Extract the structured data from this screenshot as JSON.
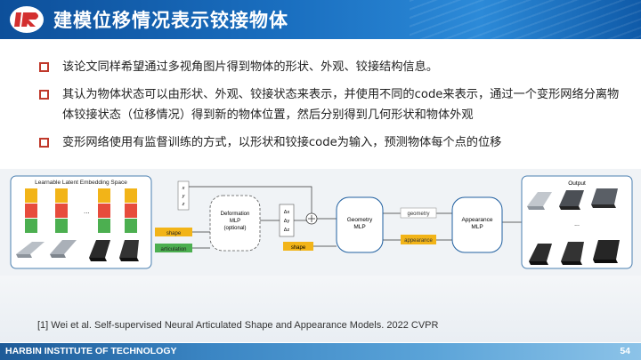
{
  "header": {
    "title": "建模位移情况表示铰接物体",
    "logo_icon": "hit-logo-icon"
  },
  "bullets": [
    {
      "text": "该论文同样希望通过多视角图片得到物体的形状、外观、铰接结构信息。"
    },
    {
      "text": "其认为物体状态可以由形状、外观、铰接状态来表示，并使用不同的code来表示，通过一个变形网络分离物体铰接状态（位移情况）得到新的物体位置，然后分别得到几何形状和物体外观"
    },
    {
      "text": "变形网络使用有监督训练的方式，以形状和铰接code为输入，预测物体每个点的位移"
    }
  ],
  "diagram": {
    "latent_title": "Learnable Latent Embedding Space",
    "deformation_mlp": "Deformation",
    "deformation_mlp2": "MLP",
    "deformation_mlp3": "(optional)",
    "shape_code": "shape",
    "articulation_code": "articulation",
    "geometry_mlp": "Geometry",
    "geometry_mlp2": "MLP",
    "geometry_label": "geometry",
    "appearance_label": "appearance",
    "appearance_mlp": "Appearance",
    "appearance_mlp2": "MLP",
    "shape_label2": "shape",
    "output_title": "Output",
    "ellipsis": "...",
    "delta_labels": [
      "Δx",
      "Δy",
      "Δz"
    ]
  },
  "citation": "[1] Wei et al. Self-supervised Neural Articulated Shape and Appearance Models. 2022 CVPR",
  "footer": {
    "institute": "HARBIN INSTITUTE OF TECHNOLOGY",
    "page_number": "54"
  },
  "colors": {
    "header_blue": "#1a6fc0",
    "bullet_red": "#c0392b",
    "code_orange": "#f2b418",
    "code_green": "#4caf50",
    "code_red": "#e74c3c"
  }
}
